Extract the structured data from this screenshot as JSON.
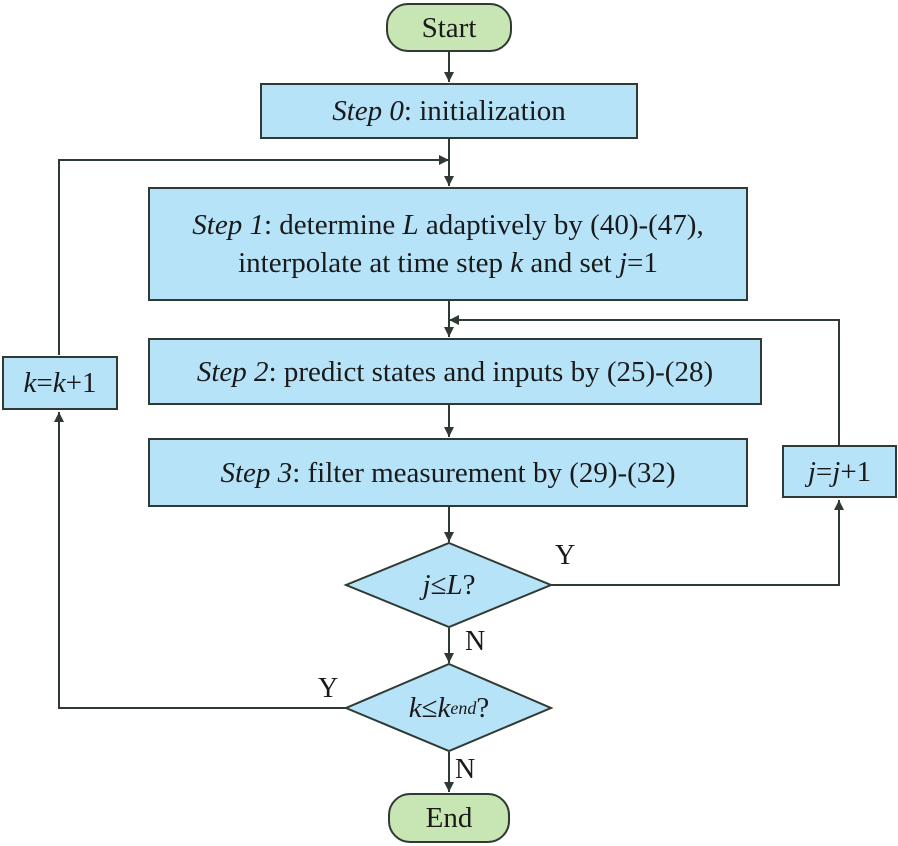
{
  "nodes": {
    "start": {
      "text": "Start"
    },
    "step0": {
      "name": "Step 0",
      "text": ": initialization"
    },
    "step1": {
      "name": "Step 1",
      "line1_a": ": determine ",
      "line1_var": "L",
      "line1_b": " adaptively by (40)-(47),",
      "line2_a": "interpolate at time step ",
      "line2_var_k": "k",
      "line2_b": " and set ",
      "line2_var_j": "j",
      "line2_c": "=1"
    },
    "step2": {
      "name": "Step 2",
      "text": ": predict states and inputs by (25)-(28)"
    },
    "step3": {
      "name": "Step 3",
      "text": ": filter measurement by (29)-(32)"
    },
    "decision_j": {
      "var_j": "j",
      "op": "≤",
      "var_L": "L",
      "q": "?"
    },
    "decision_k": {
      "var_k": "k",
      "op": "≤",
      "var_k2": "k",
      "sub": "end",
      "q": "?"
    },
    "inc_j": {
      "var1": "j",
      "eq": "=",
      "var2": "j",
      "plus": "+1"
    },
    "inc_k": {
      "var1": "k",
      "eq": "=",
      "var2": "k",
      "plus": "+1"
    },
    "end": {
      "text": "End"
    }
  },
  "edge_labels": {
    "j_yes": "Y",
    "j_no": "N",
    "k_yes": "Y",
    "k_no": "N"
  },
  "colors": {
    "terminal_fill": "#c7e6b3",
    "process_fill": "#b7e3f8",
    "stroke": "#2f3a33"
  }
}
